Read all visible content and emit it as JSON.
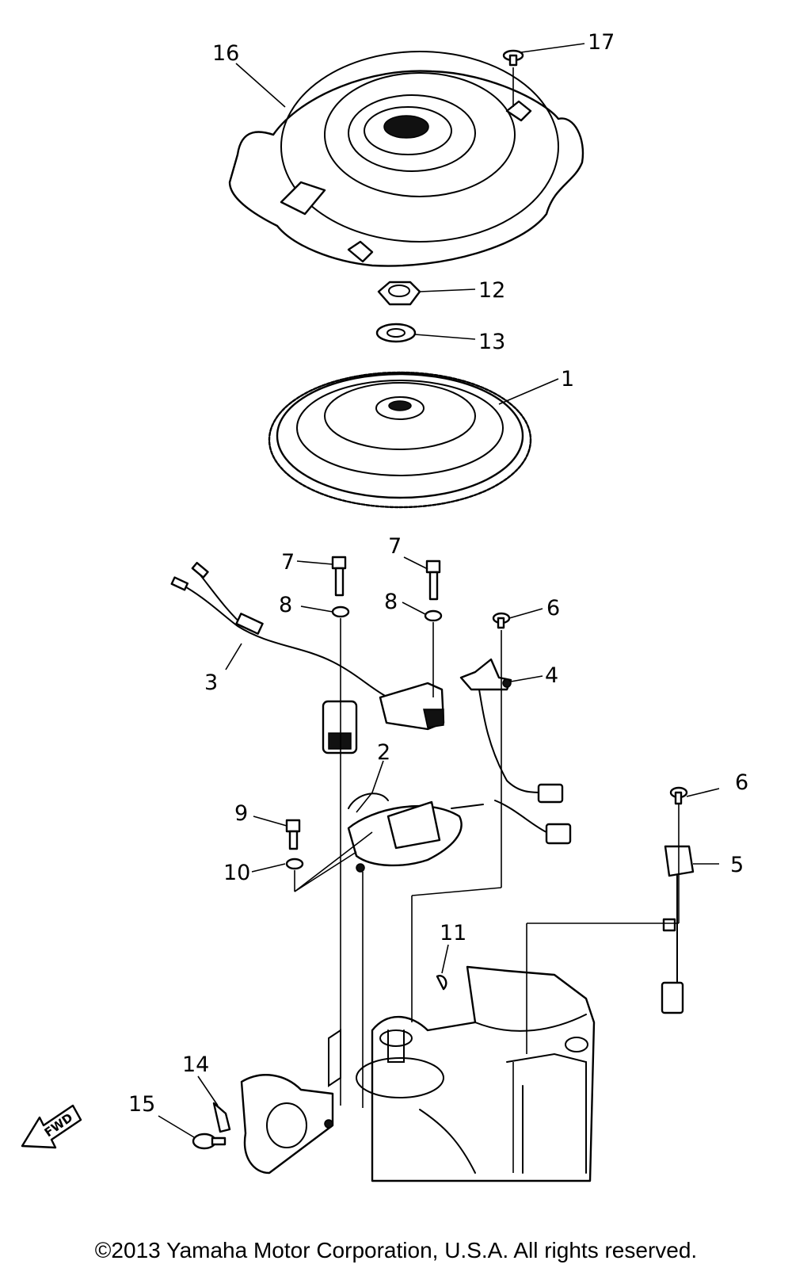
{
  "labels": {
    "l1": "1",
    "l2": "2",
    "l3": "3",
    "l4": "4",
    "l5": "5",
    "l6a": "6",
    "l6b": "6",
    "l7a": "7",
    "l7b": "7",
    "l8a": "8",
    "l8b": "8",
    "l9": "9",
    "l10": "10",
    "l11": "11",
    "l12": "12",
    "l13": "13",
    "l14": "14",
    "l15": "15",
    "l16": "16",
    "l17": "17"
  },
  "fwd_label": "FWD",
  "copyright": "©2013 Yamaha Motor Corporation, U.S.A. All rights reserved."
}
